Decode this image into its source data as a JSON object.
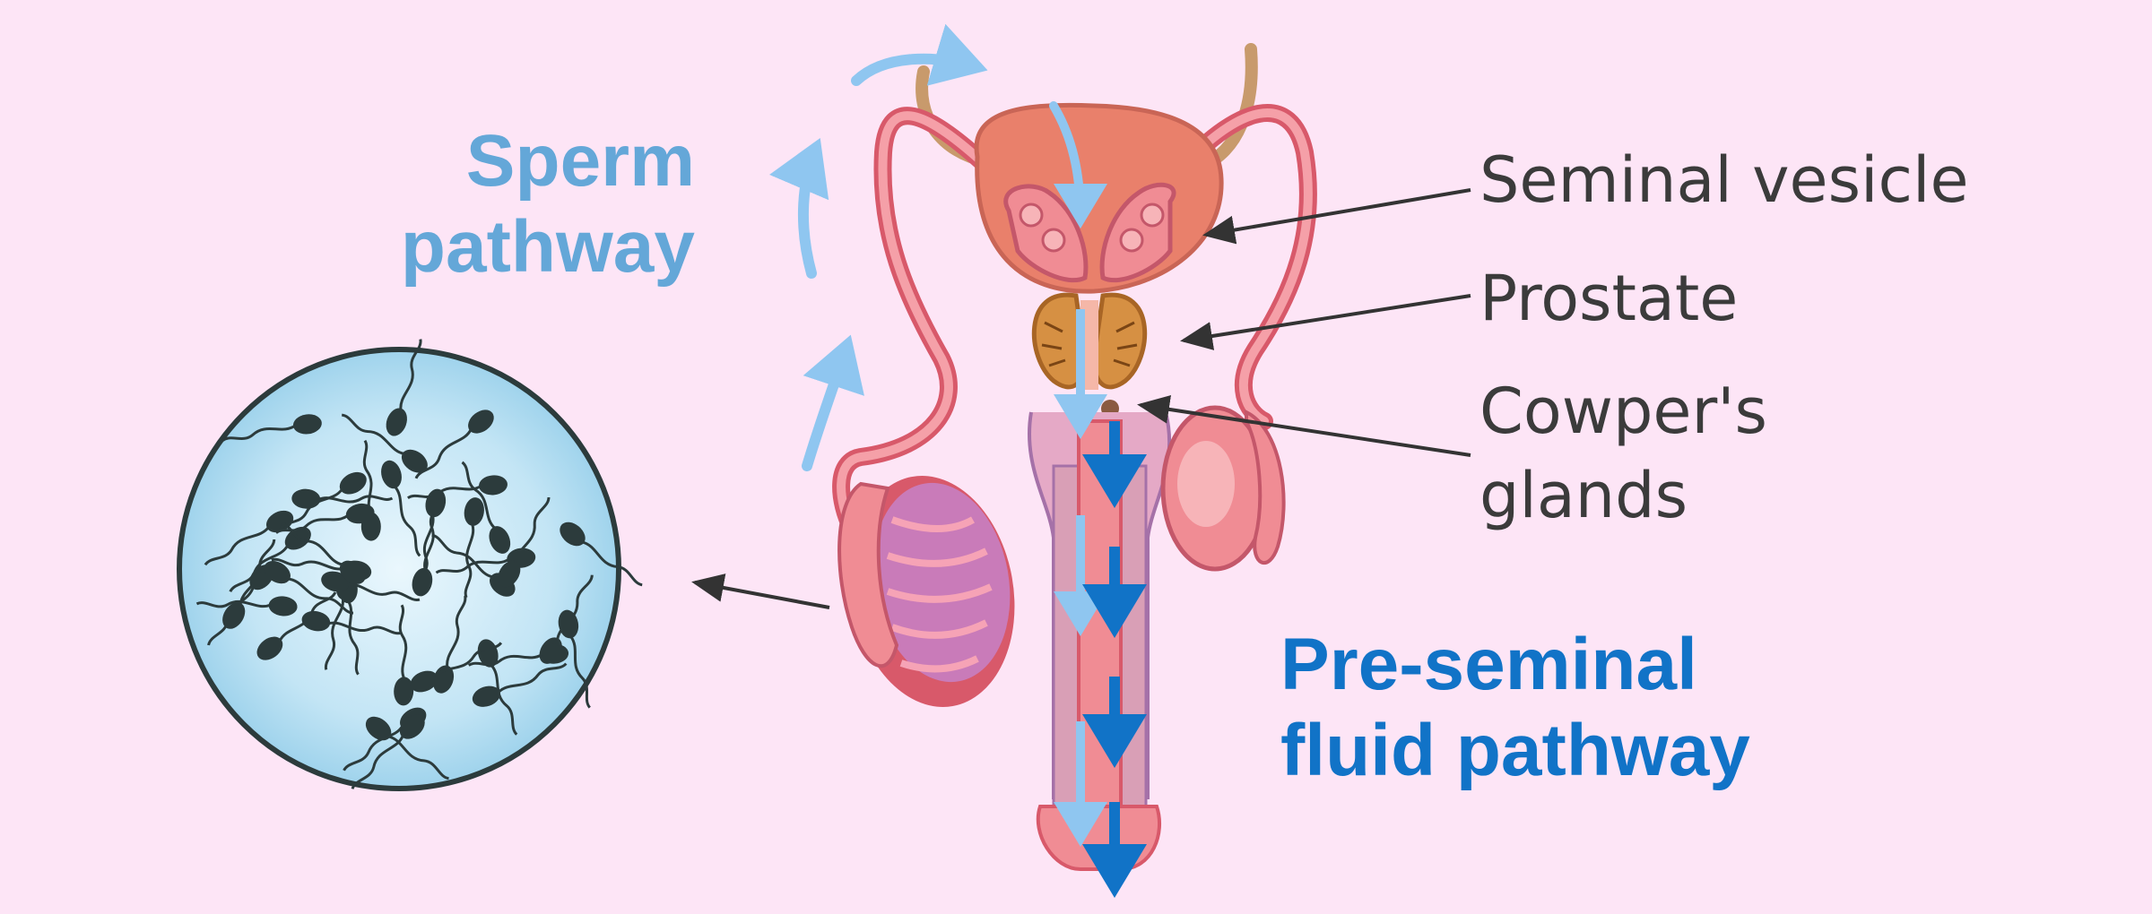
{
  "colors": {
    "background": "#fde5f6",
    "sperm_pathway": "#64a7d8",
    "preseminal_pathway": "#1173c7",
    "tissue_pink": "#f08c94",
    "tissue_dark": "#d85a67",
    "prostate": "#d69043",
    "sperm_cell_bg": "#b8def2",
    "sperm_cell": "#2c3b3c",
    "pointer": "#333333"
  },
  "labels": {
    "seminal_vesicle": "Seminal vesicle",
    "prostate": "Prostate",
    "cowpers_line1": "Cowper's",
    "cowpers_line2": "glands"
  },
  "pathways": {
    "sperm_line1": "Sperm",
    "sperm_line2": "pathway",
    "preseminal_line1": "Pre-seminal",
    "preseminal_line2": "fluid pathway"
  }
}
